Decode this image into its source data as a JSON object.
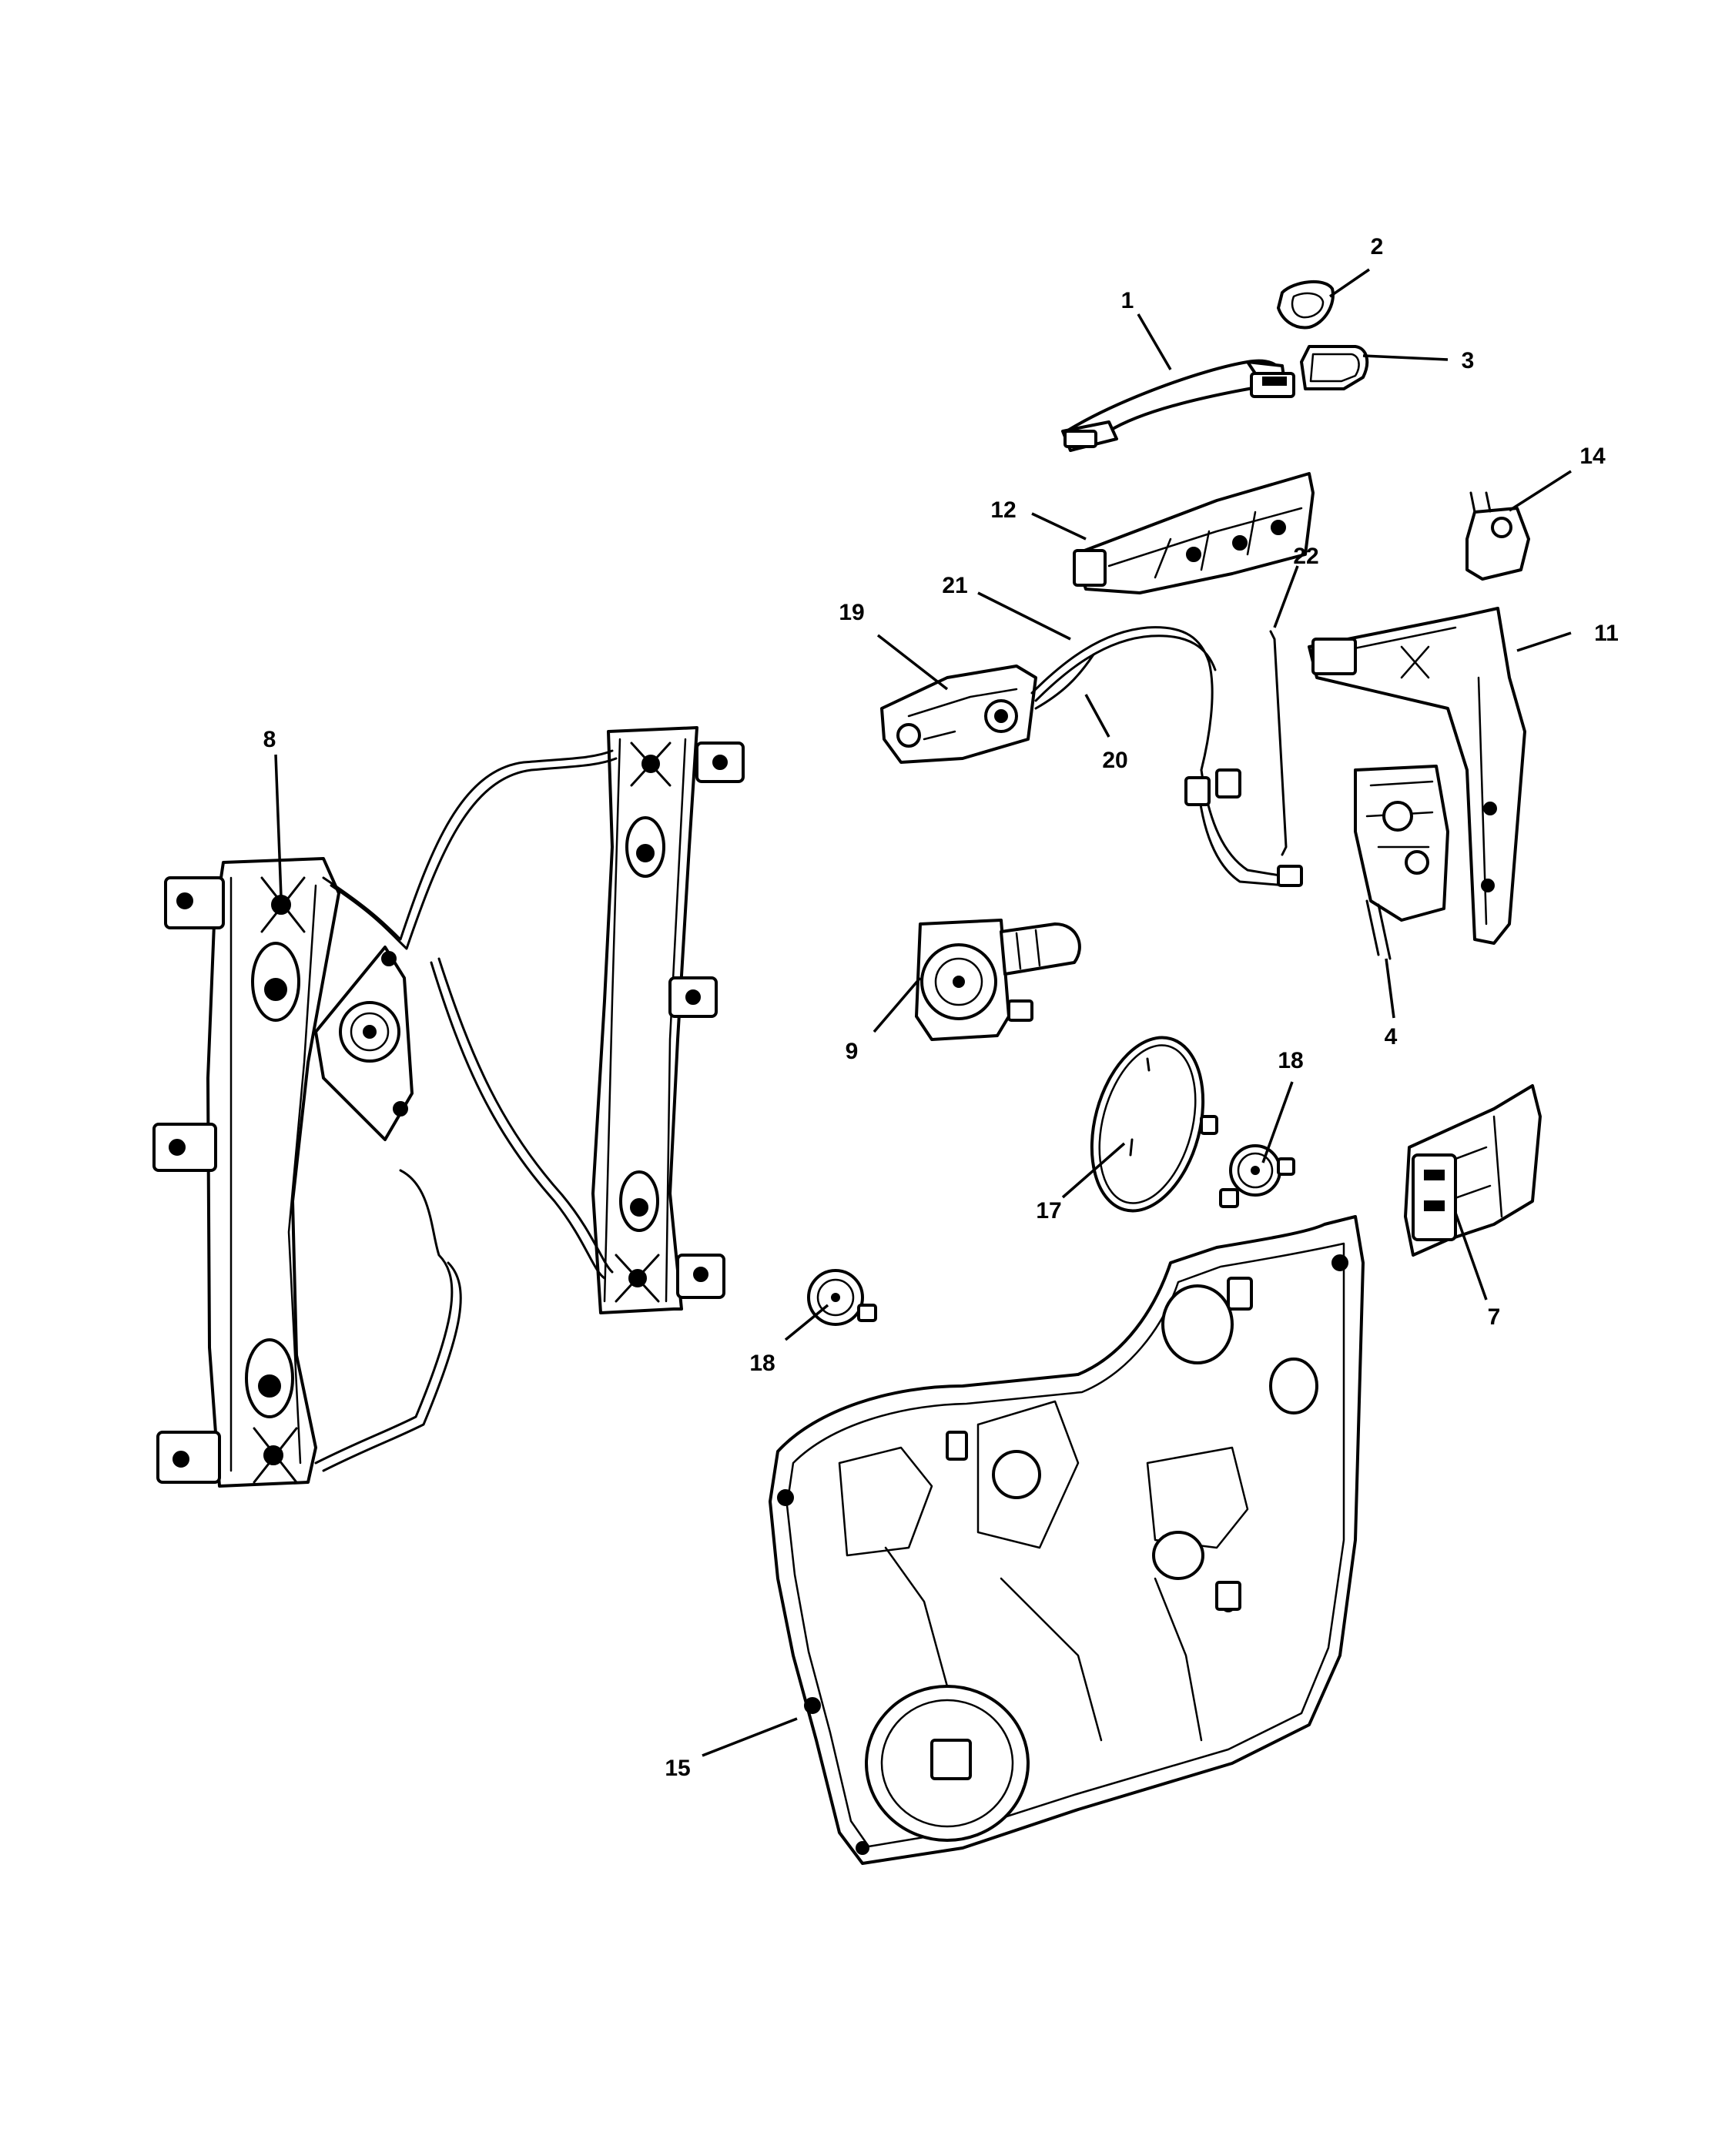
{
  "diagram": {
    "callouts": [
      {
        "id": "c1",
        "label": "1"
      },
      {
        "id": "c2",
        "label": "2"
      },
      {
        "id": "c3",
        "label": "3"
      },
      {
        "id": "c14",
        "label": "14"
      },
      {
        "id": "c12",
        "label": "12"
      },
      {
        "id": "c21",
        "label": "21"
      },
      {
        "id": "c22",
        "label": "22"
      },
      {
        "id": "c19",
        "label": "19"
      },
      {
        "id": "c11",
        "label": "11"
      },
      {
        "id": "c20",
        "label": "20"
      },
      {
        "id": "c8",
        "label": "8"
      },
      {
        "id": "c9",
        "label": "9"
      },
      {
        "id": "c4",
        "label": "4"
      },
      {
        "id": "c18a",
        "label": "18"
      },
      {
        "id": "c17",
        "label": "17"
      },
      {
        "id": "c7",
        "label": "7"
      },
      {
        "id": "c18b",
        "label": "18"
      },
      {
        "id": "c15",
        "label": "15"
      }
    ]
  }
}
